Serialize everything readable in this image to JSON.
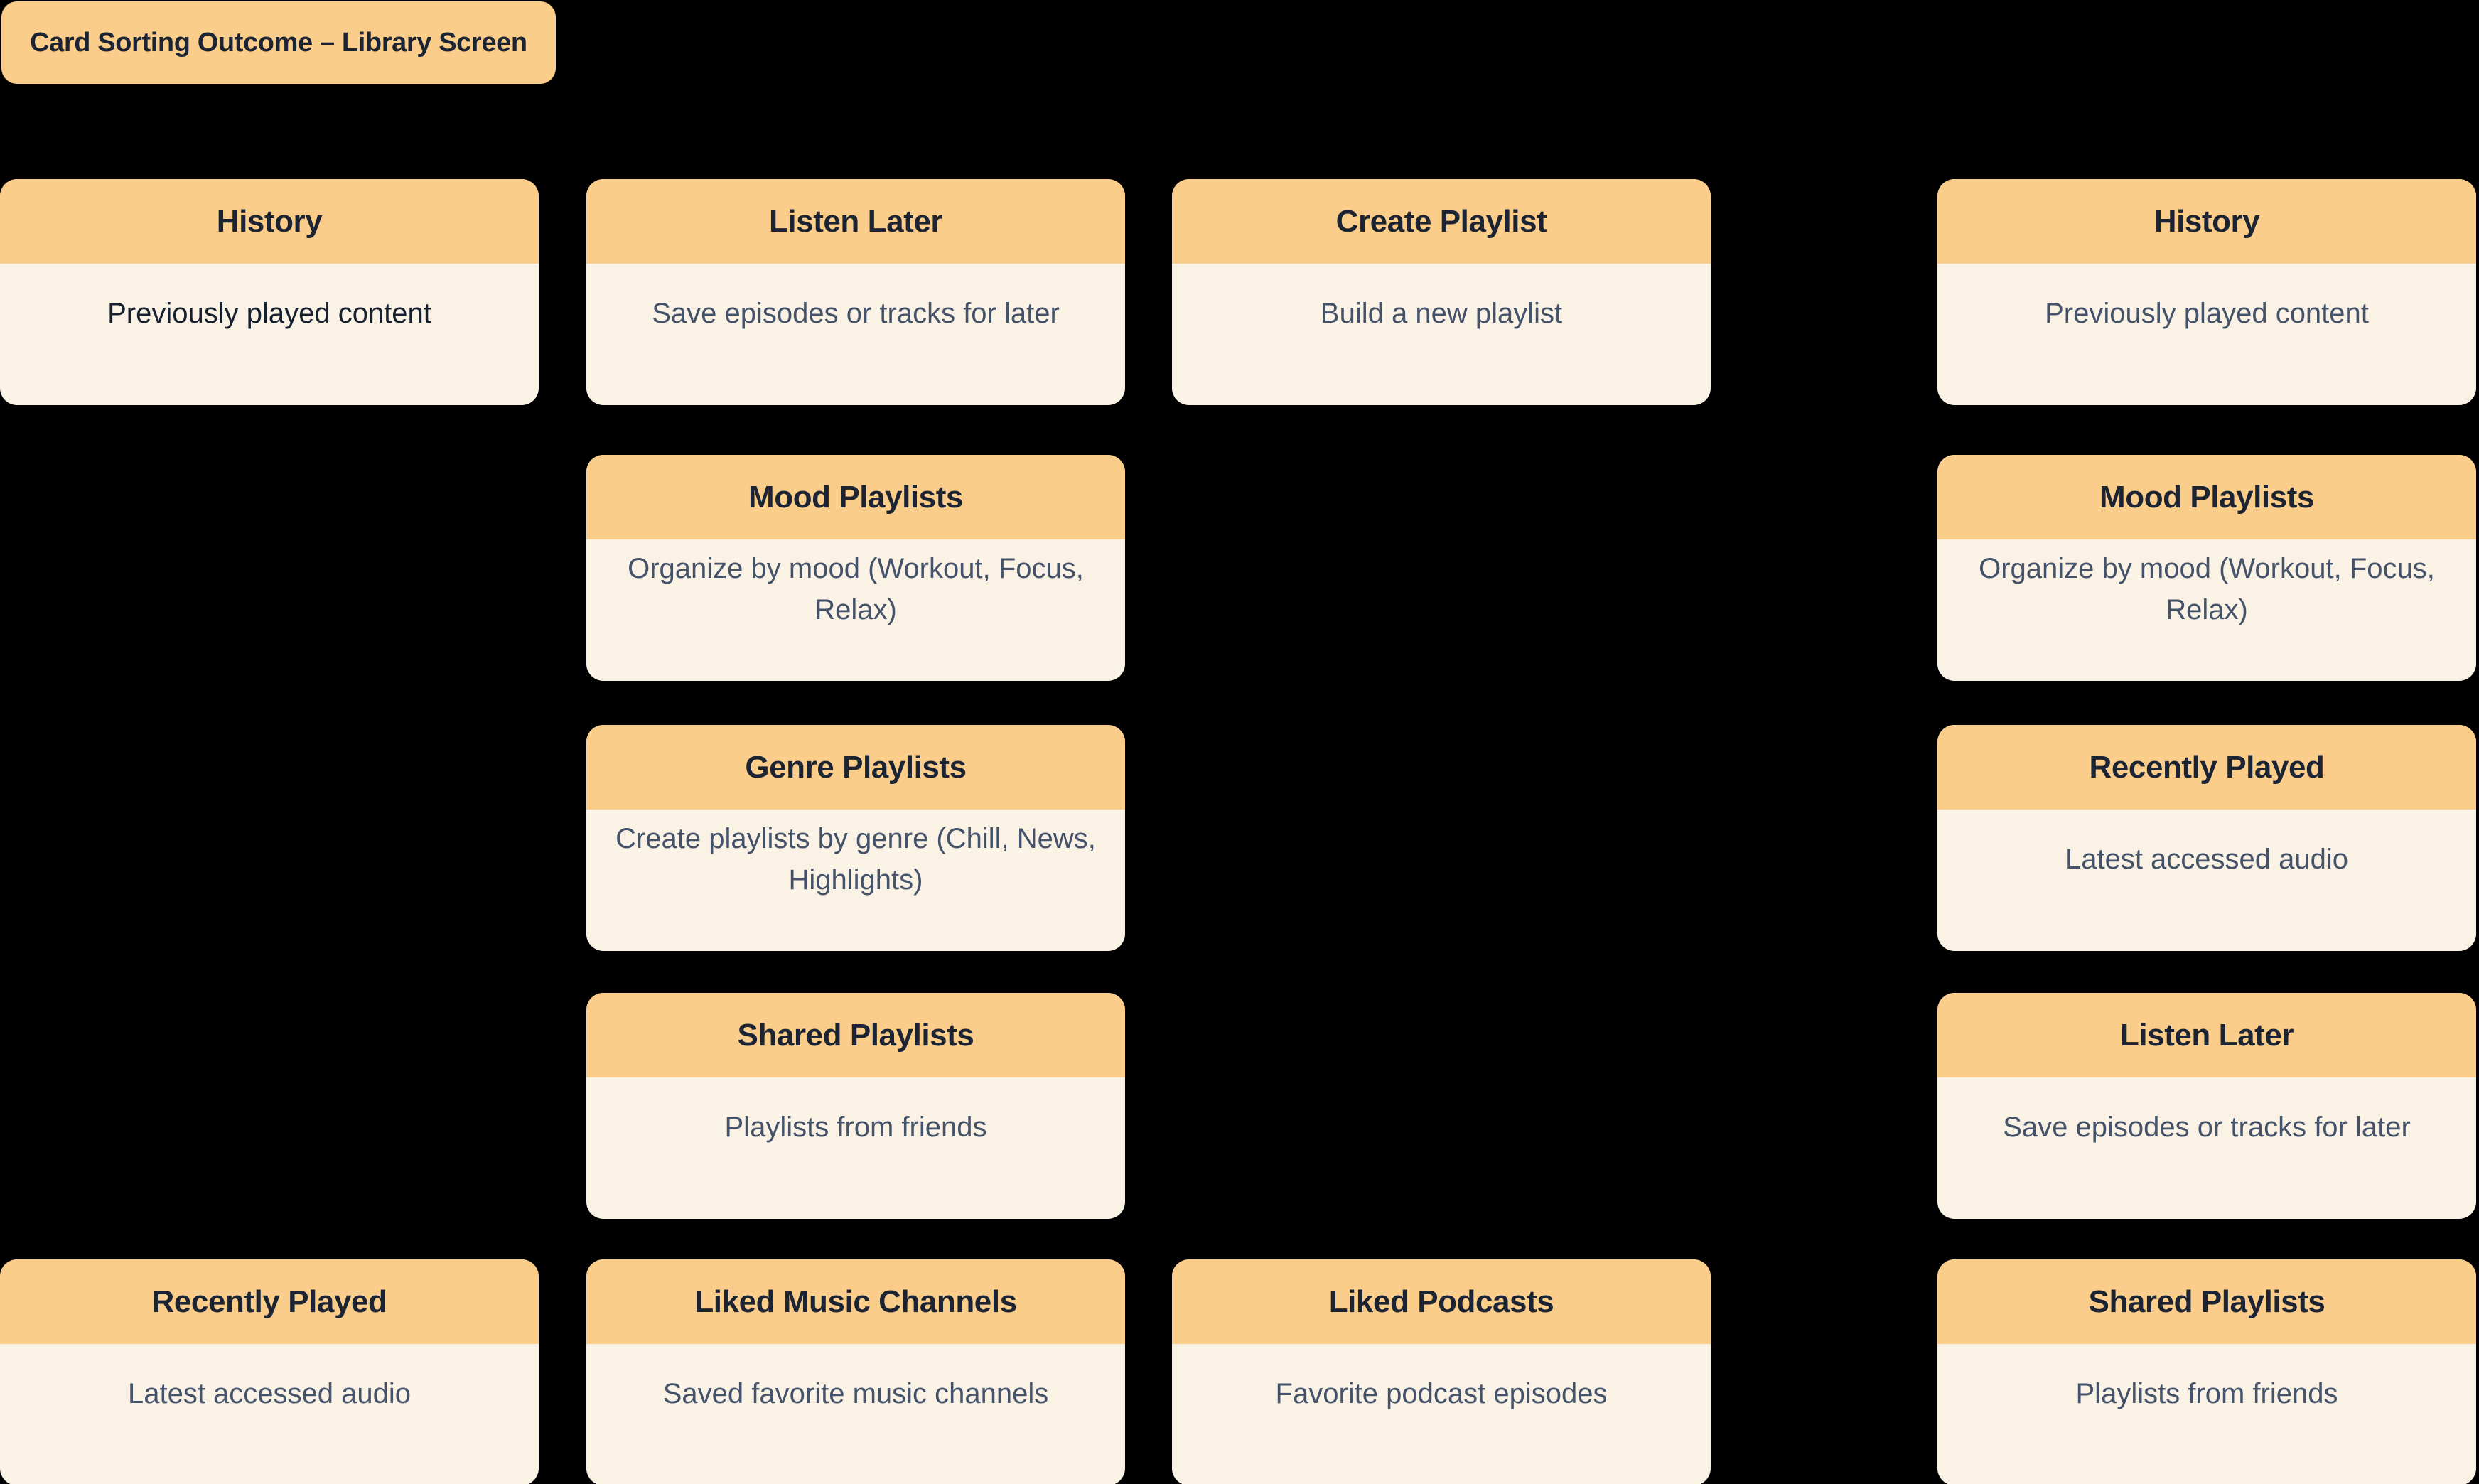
{
  "title": {
    "label": "Card Sorting Outcome – Library Screen"
  },
  "colors": {
    "canvas_bg": "#000000",
    "title_bg": "#FACD8A",
    "title_text": "#1C2433",
    "card_header_bg": "#FACD8A",
    "card_header_text": "#1C2433",
    "card_body_bg": "#FBF2E6",
    "card_body_text": "#44526A",
    "card_body_text_dark": "#16202F"
  },
  "cards": [
    {
      "title": "History",
      "description": "Previously played content",
      "col": 1,
      "row": 1,
      "body_text_variant": "dark"
    },
    {
      "title": "Listen Later",
      "description": "Save episodes or tracks for later",
      "col": 2,
      "row": 1
    },
    {
      "title": "Create Playlist",
      "description": "Build a new playlist",
      "col": 3,
      "row": 1
    },
    {
      "title": "History",
      "description": "Previously played content",
      "col": 4,
      "row": 1
    },
    {
      "title": "Mood Playlists",
      "description": "Organize by mood (Workout, Focus, Relax)",
      "col": 2,
      "row": 2
    },
    {
      "title": "Mood Playlists",
      "description": "Organize by mood (Workout, Focus, Relax)",
      "col": 4,
      "row": 2
    },
    {
      "title": "Genre Playlists",
      "description": "Create playlists by genre (Chill, News, Highlights)",
      "col": 2,
      "row": 3
    },
    {
      "title": "Recently Played",
      "description": "Latest accessed audio",
      "col": 4,
      "row": 3
    },
    {
      "title": "Shared Playlists",
      "description": "Playlists from friends",
      "col": 2,
      "row": 4
    },
    {
      "title": "Listen Later",
      "description": "Save episodes or tracks for later",
      "col": 4,
      "row": 4
    },
    {
      "title": "Recently Played",
      "description": "Latest accessed audio",
      "col": 1,
      "row": 5
    },
    {
      "title": "Liked Music Channels",
      "description": "Saved favorite music channels",
      "col": 2,
      "row": 5
    },
    {
      "title": "Liked Podcasts",
      "description": "Favorite podcast episodes",
      "col": 3,
      "row": 5
    },
    {
      "title": "Shared Playlists",
      "description": "Playlists from friends",
      "col": 4,
      "row": 5
    }
  ]
}
